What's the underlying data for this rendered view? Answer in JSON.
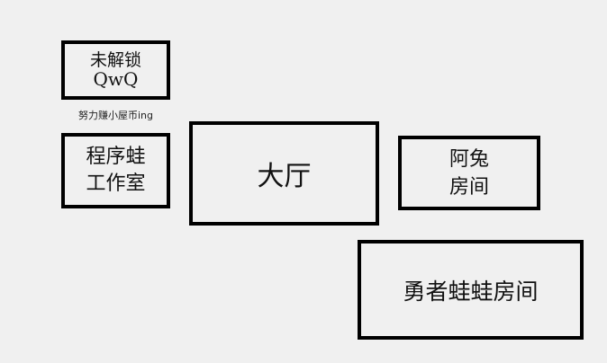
{
  "locked": {
    "line1": "未解锁",
    "line2": "QwQ",
    "hint": "努力赚小屋币ing"
  },
  "rooms": {
    "studio": {
      "line1": "程序蛙",
      "line2": "工作室"
    },
    "hall": "大厅",
    "rabbit": {
      "line1": "阿兔",
      "line2": "房间"
    },
    "hero": "勇者蛙蛙房间"
  }
}
